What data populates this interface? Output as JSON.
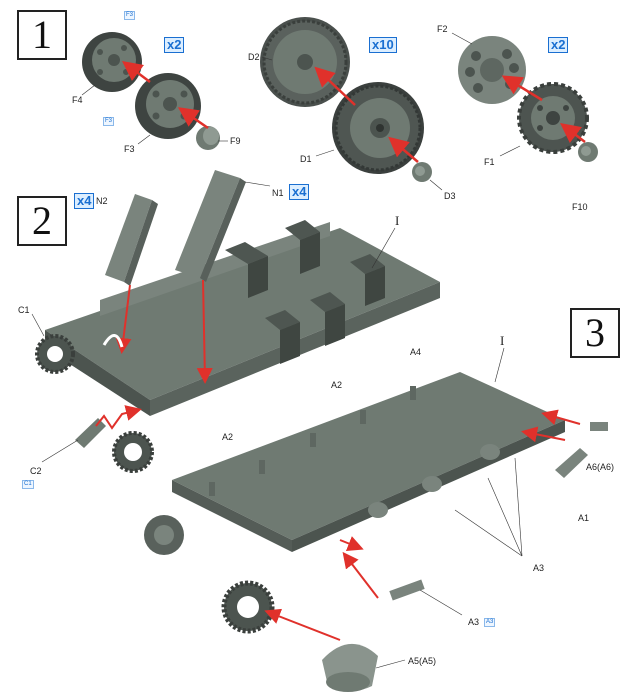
{
  "steps": {
    "s1": "1",
    "s2": "2",
    "s3": "3"
  },
  "step1": {
    "qty_f": "x2",
    "qty_d": "x10",
    "qty_fr": "x2",
    "ref_top": "F3",
    "ref_mid": "F3",
    "labels": {
      "f4": "F4",
      "f3": "F3",
      "f9": "F9",
      "d2": "D2",
      "d1": "D1",
      "d3": "D3",
      "f2": "F2",
      "f1": "F1",
      "f10": "F10"
    }
  },
  "step2": {
    "qty_n2": "x4",
    "qty_n1": "x4",
    "labels": {
      "n2": "N2",
      "n1": "N1",
      "c1": "C1",
      "c2": "C2",
      "i": "I"
    },
    "ref_c2": "C1"
  },
  "step3": {
    "labels": {
      "a4": "A4",
      "a2a": "A2",
      "a2b": "A2",
      "i": "I",
      "a6": "A6(A6)",
      "a1": "A1",
      "a3a": "A3",
      "a3b": "A3",
      "a5": "A5(A5)"
    },
    "ref_a3": "A3"
  },
  "colors": {
    "part": "#6f7a72",
    "part_dark": "#4c544f",
    "part_light": "#8f9a92",
    "arrow": "#e0312b",
    "accent": "#1a6fd1"
  }
}
